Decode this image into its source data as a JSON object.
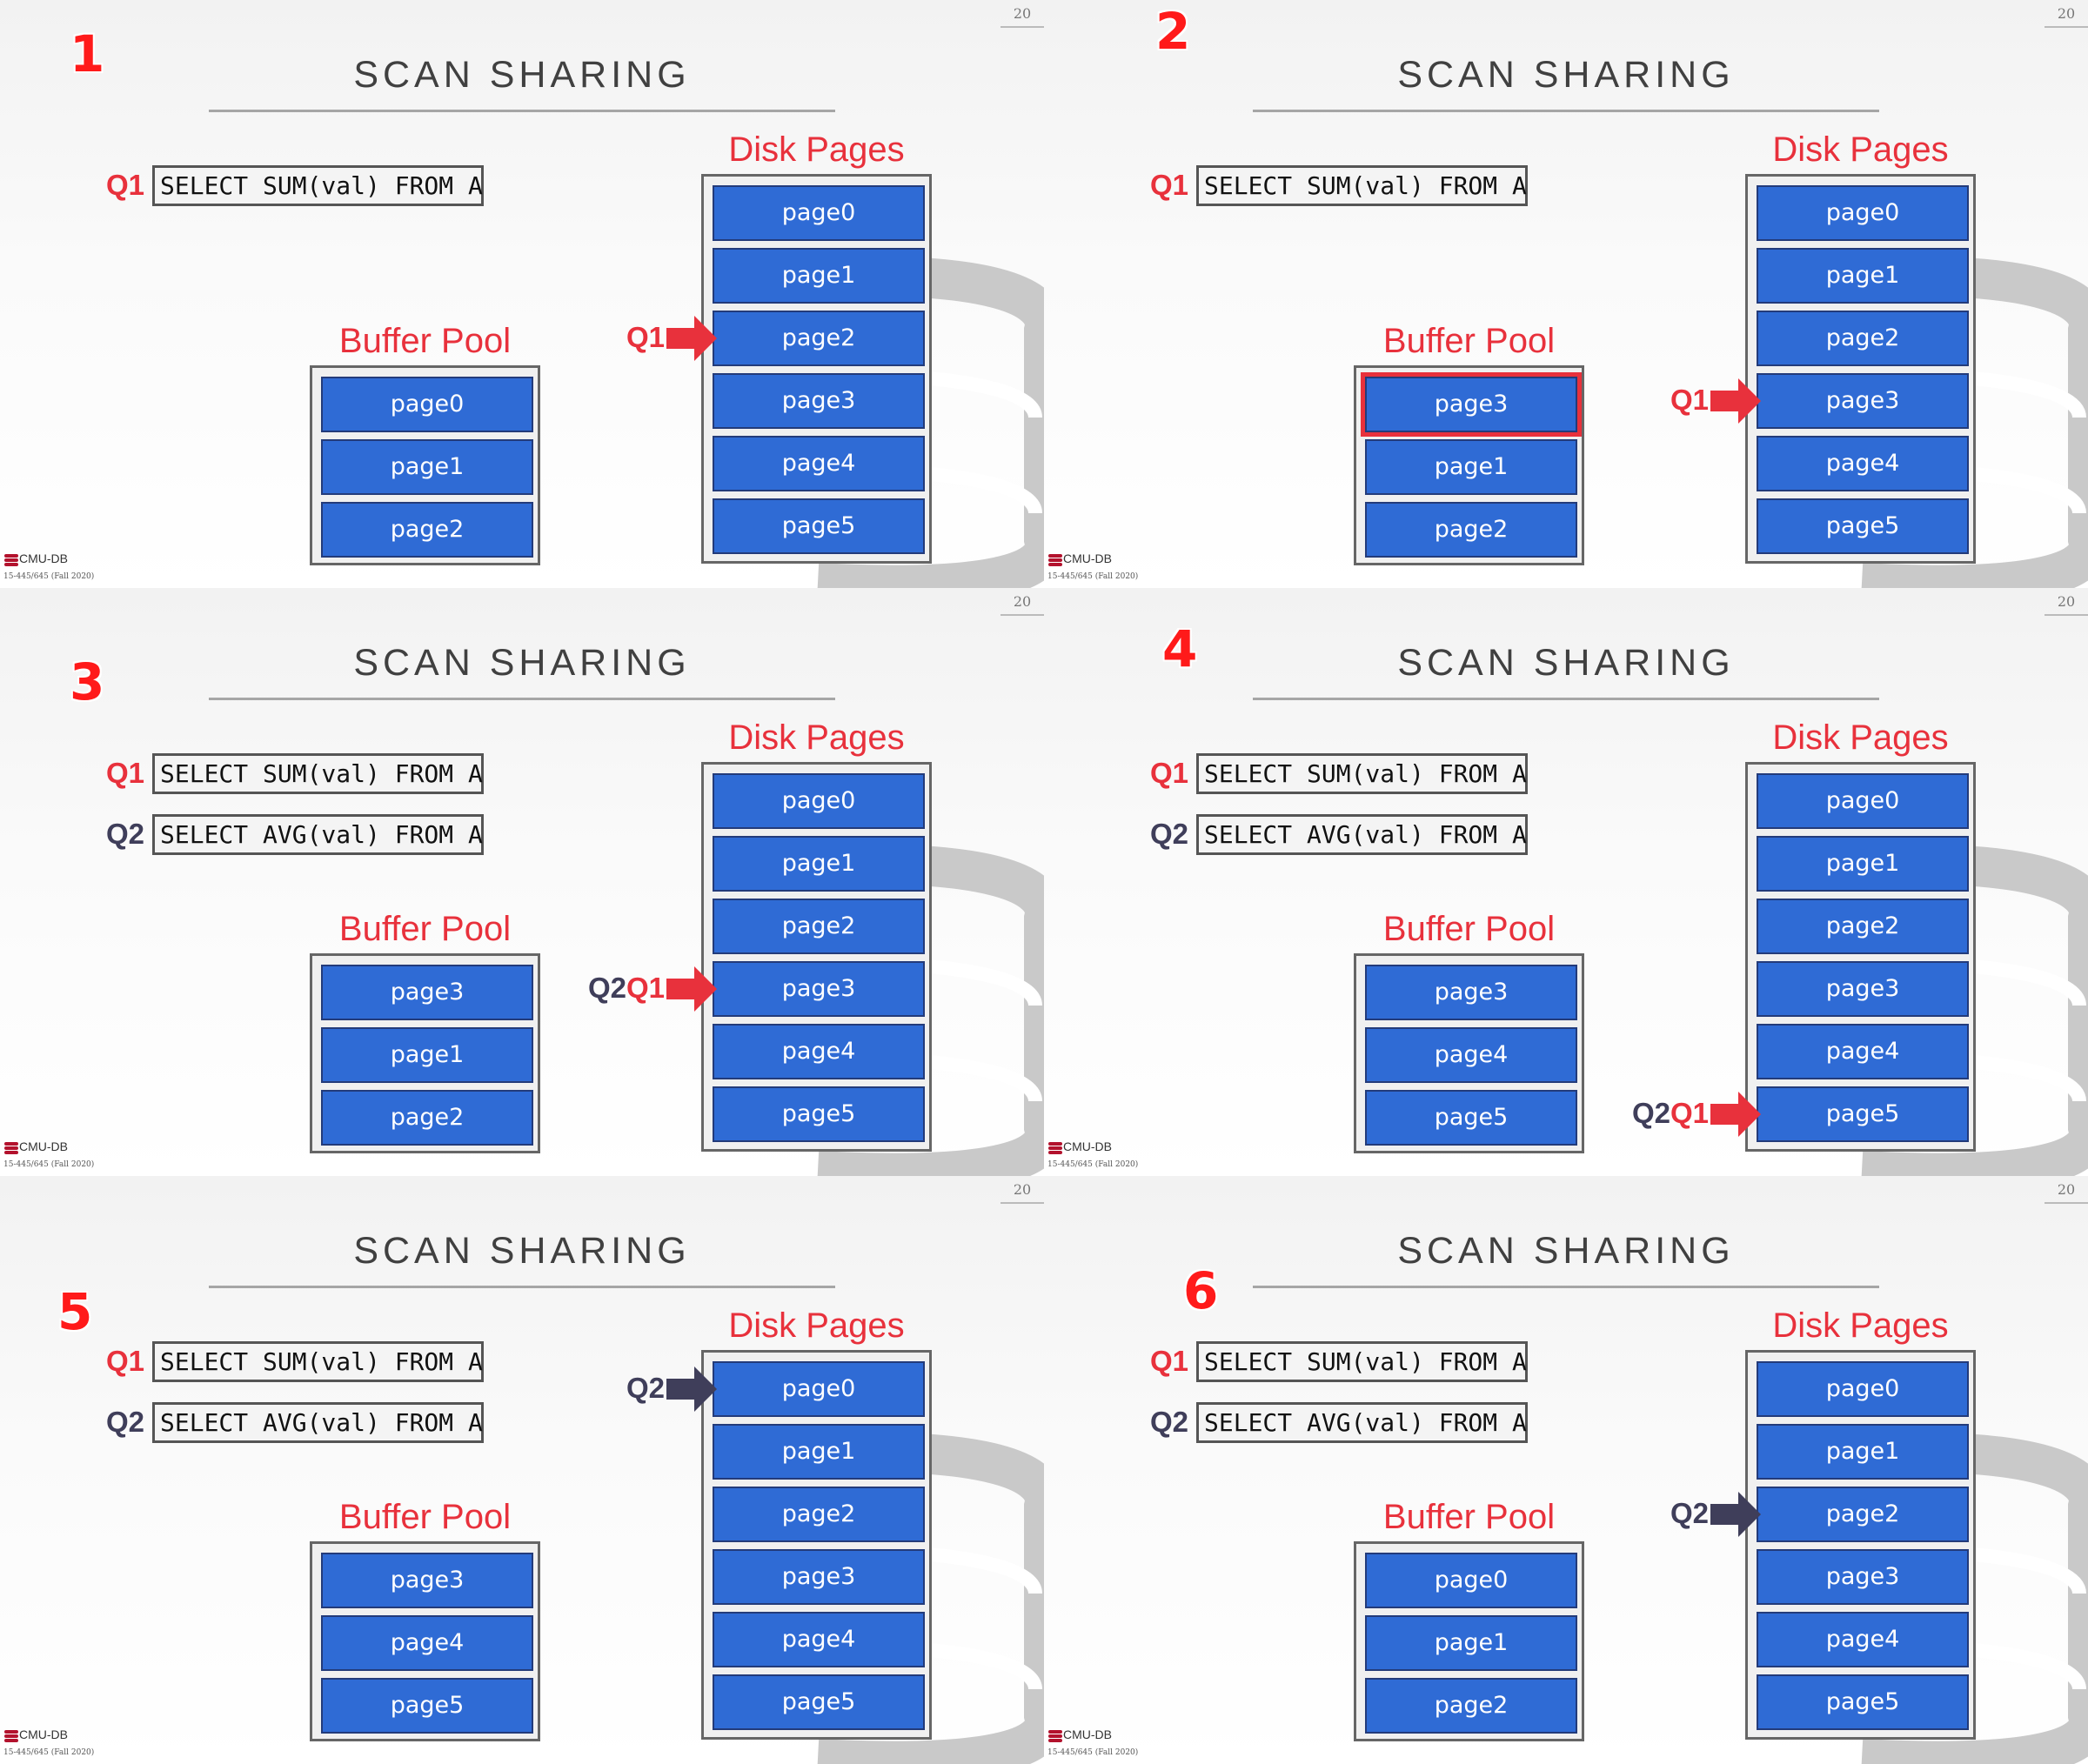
{
  "slide_number": "20",
  "title": "SCAN SHARING",
  "buffer_pool_title": "Buffer Pool",
  "disk_pages_title": "Disk Pages",
  "logo_text": "CMU-DB",
  "course_text": "15-445/645 (Fall 2020)",
  "disk_pages": [
    "page0",
    "page1",
    "page2",
    "page3",
    "page4",
    "page5"
  ],
  "colors": {
    "accent_red": "#e8313c",
    "query2_dark": "#3f3e5a",
    "page_blue": "#2f6bd5"
  },
  "panels": [
    {
      "step": "1",
      "queries": [
        {
          "label": "Q1",
          "sql": "SELECT SUM(val) FROM A"
        }
      ],
      "buffer_pool": [
        "page0",
        "page1",
        "page2"
      ],
      "highlight_buffer_index": -1,
      "arrow": {
        "labels": [
          "Q1"
        ],
        "target_page": 2,
        "color": "red"
      }
    },
    {
      "step": "2",
      "queries": [
        {
          "label": "Q1",
          "sql": "SELECT SUM(val) FROM A"
        }
      ],
      "buffer_pool": [
        "page3",
        "page1",
        "page2"
      ],
      "highlight_buffer_index": 0,
      "arrow": {
        "labels": [
          "Q1"
        ],
        "target_page": 3,
        "color": "red"
      }
    },
    {
      "step": "3",
      "queries": [
        {
          "label": "Q1",
          "sql": "SELECT SUM(val) FROM A"
        },
        {
          "label": "Q2",
          "sql": "SELECT AVG(val) FROM A"
        }
      ],
      "buffer_pool": [
        "page3",
        "page1",
        "page2"
      ],
      "highlight_buffer_index": -1,
      "arrow": {
        "labels": [
          "Q2",
          "Q1"
        ],
        "target_page": 3,
        "color": "red"
      }
    },
    {
      "step": "4",
      "queries": [
        {
          "label": "Q1",
          "sql": "SELECT SUM(val) FROM A"
        },
        {
          "label": "Q2",
          "sql": "SELECT AVG(val) FROM A"
        }
      ],
      "buffer_pool": [
        "page3",
        "page4",
        "page5"
      ],
      "highlight_buffer_index": -1,
      "arrow": {
        "labels": [
          "Q2",
          "Q1"
        ],
        "target_page": 5,
        "color": "red"
      }
    },
    {
      "step": "5",
      "queries": [
        {
          "label": "Q1",
          "sql": "SELECT SUM(val) FROM A"
        },
        {
          "label": "Q2",
          "sql": "SELECT AVG(val) FROM A"
        }
      ],
      "buffer_pool": [
        "page3",
        "page4",
        "page5"
      ],
      "highlight_buffer_index": -1,
      "arrow": {
        "labels": [
          "Q2"
        ],
        "target_page": 0,
        "color": "dark"
      }
    },
    {
      "step": "6",
      "queries": [
        {
          "label": "Q1",
          "sql": "SELECT SUM(val) FROM A"
        },
        {
          "label": "Q2",
          "sql": "SELECT AVG(val) FROM A"
        }
      ],
      "buffer_pool": [
        "page0",
        "page1",
        "page2"
      ],
      "highlight_buffer_index": -1,
      "arrow": {
        "labels": [
          "Q2"
        ],
        "target_page": 2,
        "color": "dark"
      }
    }
  ]
}
